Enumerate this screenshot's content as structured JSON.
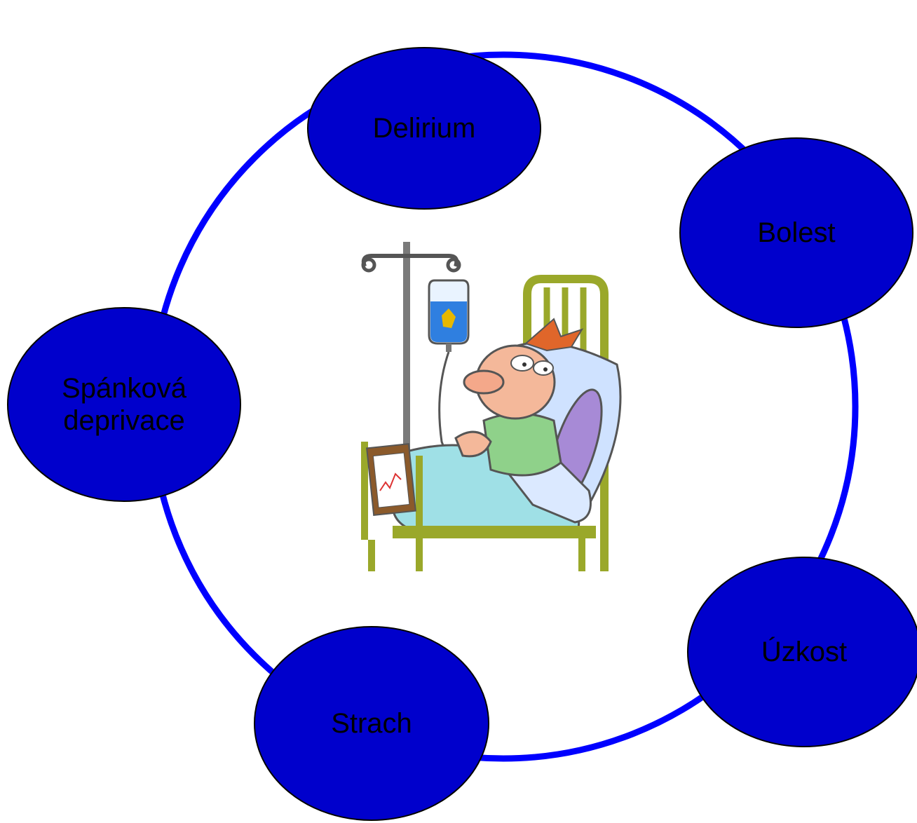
{
  "diagram": {
    "ring_color": "#0000ff",
    "node_fill": "#0000cc",
    "node_stroke": "#000000",
    "label_color": "#000000",
    "nodes": [
      {
        "id": "delirium",
        "lines": [
          "Delirium"
        ]
      },
      {
        "id": "bolest",
        "lines": [
          "Bolest"
        ]
      },
      {
        "id": "uzkost",
        "lines": [
          "Úzkost"
        ]
      },
      {
        "id": "strach",
        "lines": [
          "Strach"
        ]
      },
      {
        "id": "spankova-deprivace",
        "lines": [
          "Spánková",
          "deprivace"
        ]
      }
    ],
    "center_image": {
      "depicts": "cartoon patient lying in a hospital bed with an IV drip bag and a chart on the bed frame",
      "icon": "hospital-patient-illustration"
    }
  }
}
